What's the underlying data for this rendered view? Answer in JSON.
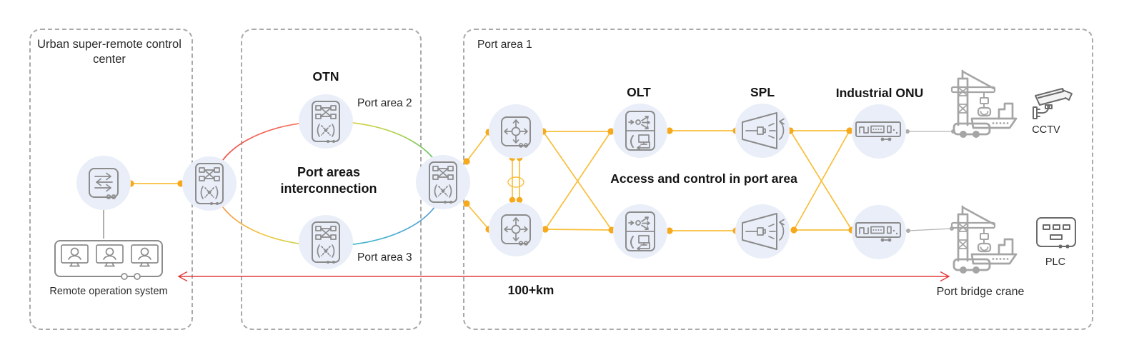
{
  "control_center": {
    "title": "Urban super-remote control center",
    "remote_system_label": "Remote operation system"
  },
  "interconnection": {
    "otn_label": "OTN",
    "port_area_2_label": "Port area 2",
    "title": "Port areas interconnection",
    "port_area_3_label": "Port area 3"
  },
  "port_area_1": {
    "title": "Port area 1",
    "olt_label": "OLT",
    "spl_label": "SPL",
    "industrial_onu_label": "Industrial ONU",
    "subtitle": "Access and control in port area",
    "distance_label": "100+km"
  },
  "edge_devices": {
    "cctv_label": "CCTV",
    "plc_label": "PLC",
    "port_bridge_crane_label": "Port bridge crane"
  },
  "icons": [
    "switch-icon",
    "otn-icon",
    "router-icon",
    "olt-icon",
    "spl-icon",
    "industrial-onu-icon",
    "remote-operation-monitors-icon",
    "port-crane-ship-icon",
    "cctv-camera-icon",
    "plc-icon"
  ],
  "colors": {
    "link_yellow": "#F9BE3B",
    "link_dot": "#F7A91C",
    "node_fill": "#E9EEF8",
    "icon_gray": "#8C8C8C",
    "red_arrow": "#E23C3C",
    "border_gray": "#A9A9A9",
    "ring_gradient": [
      "#EE4C43",
      "#F2D64A",
      "#3FB878",
      "#5C9BD8",
      "#3FBFCB",
      "#EE8B48"
    ]
  }
}
